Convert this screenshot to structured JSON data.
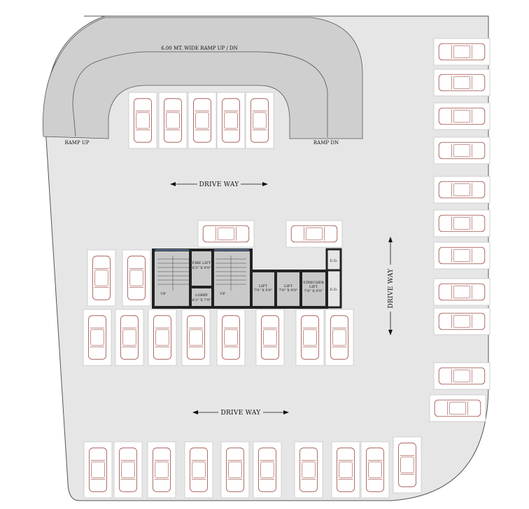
{
  "labels": {
    "ramp_width": "6.00 MT. WIDE RAMP UP / DN",
    "ramp_up": "RAMP UP",
    "ramp_dn": "RAMP DN",
    "drive_way_top": "DRIVE WAY",
    "drive_way_bottom": "DRIVE WAY",
    "drive_way_right": "DRIVE WAY",
    "fire_lift": "FIRE LIFT",
    "fire_lift_size": "6'3\" X 9'0\"",
    "lobby": "LOBBY",
    "lobby_size": "6'3\" X 7'0\"",
    "up_left": "UP",
    "up_right": "UP",
    "lift1": "LIFT",
    "lift1_size": "7'0\" X 9'0\"",
    "lift2": "LIFT",
    "lift2_size": "7'0\" X 9'0\"",
    "stretcher": "STRECHER",
    "stretcher2": "LIFT",
    "stretcher_size": "7'0\" X 9'0\"",
    "ed_top": "E.D.",
    "ed_bottom": "E.D."
  },
  "colors": {
    "background": "#ffffff",
    "floor": "#e6e6e6",
    "ramp": "#cfcfcf",
    "core": "#c9c9c9",
    "car_outline": "#9b4a42",
    "wall": "#222222"
  }
}
